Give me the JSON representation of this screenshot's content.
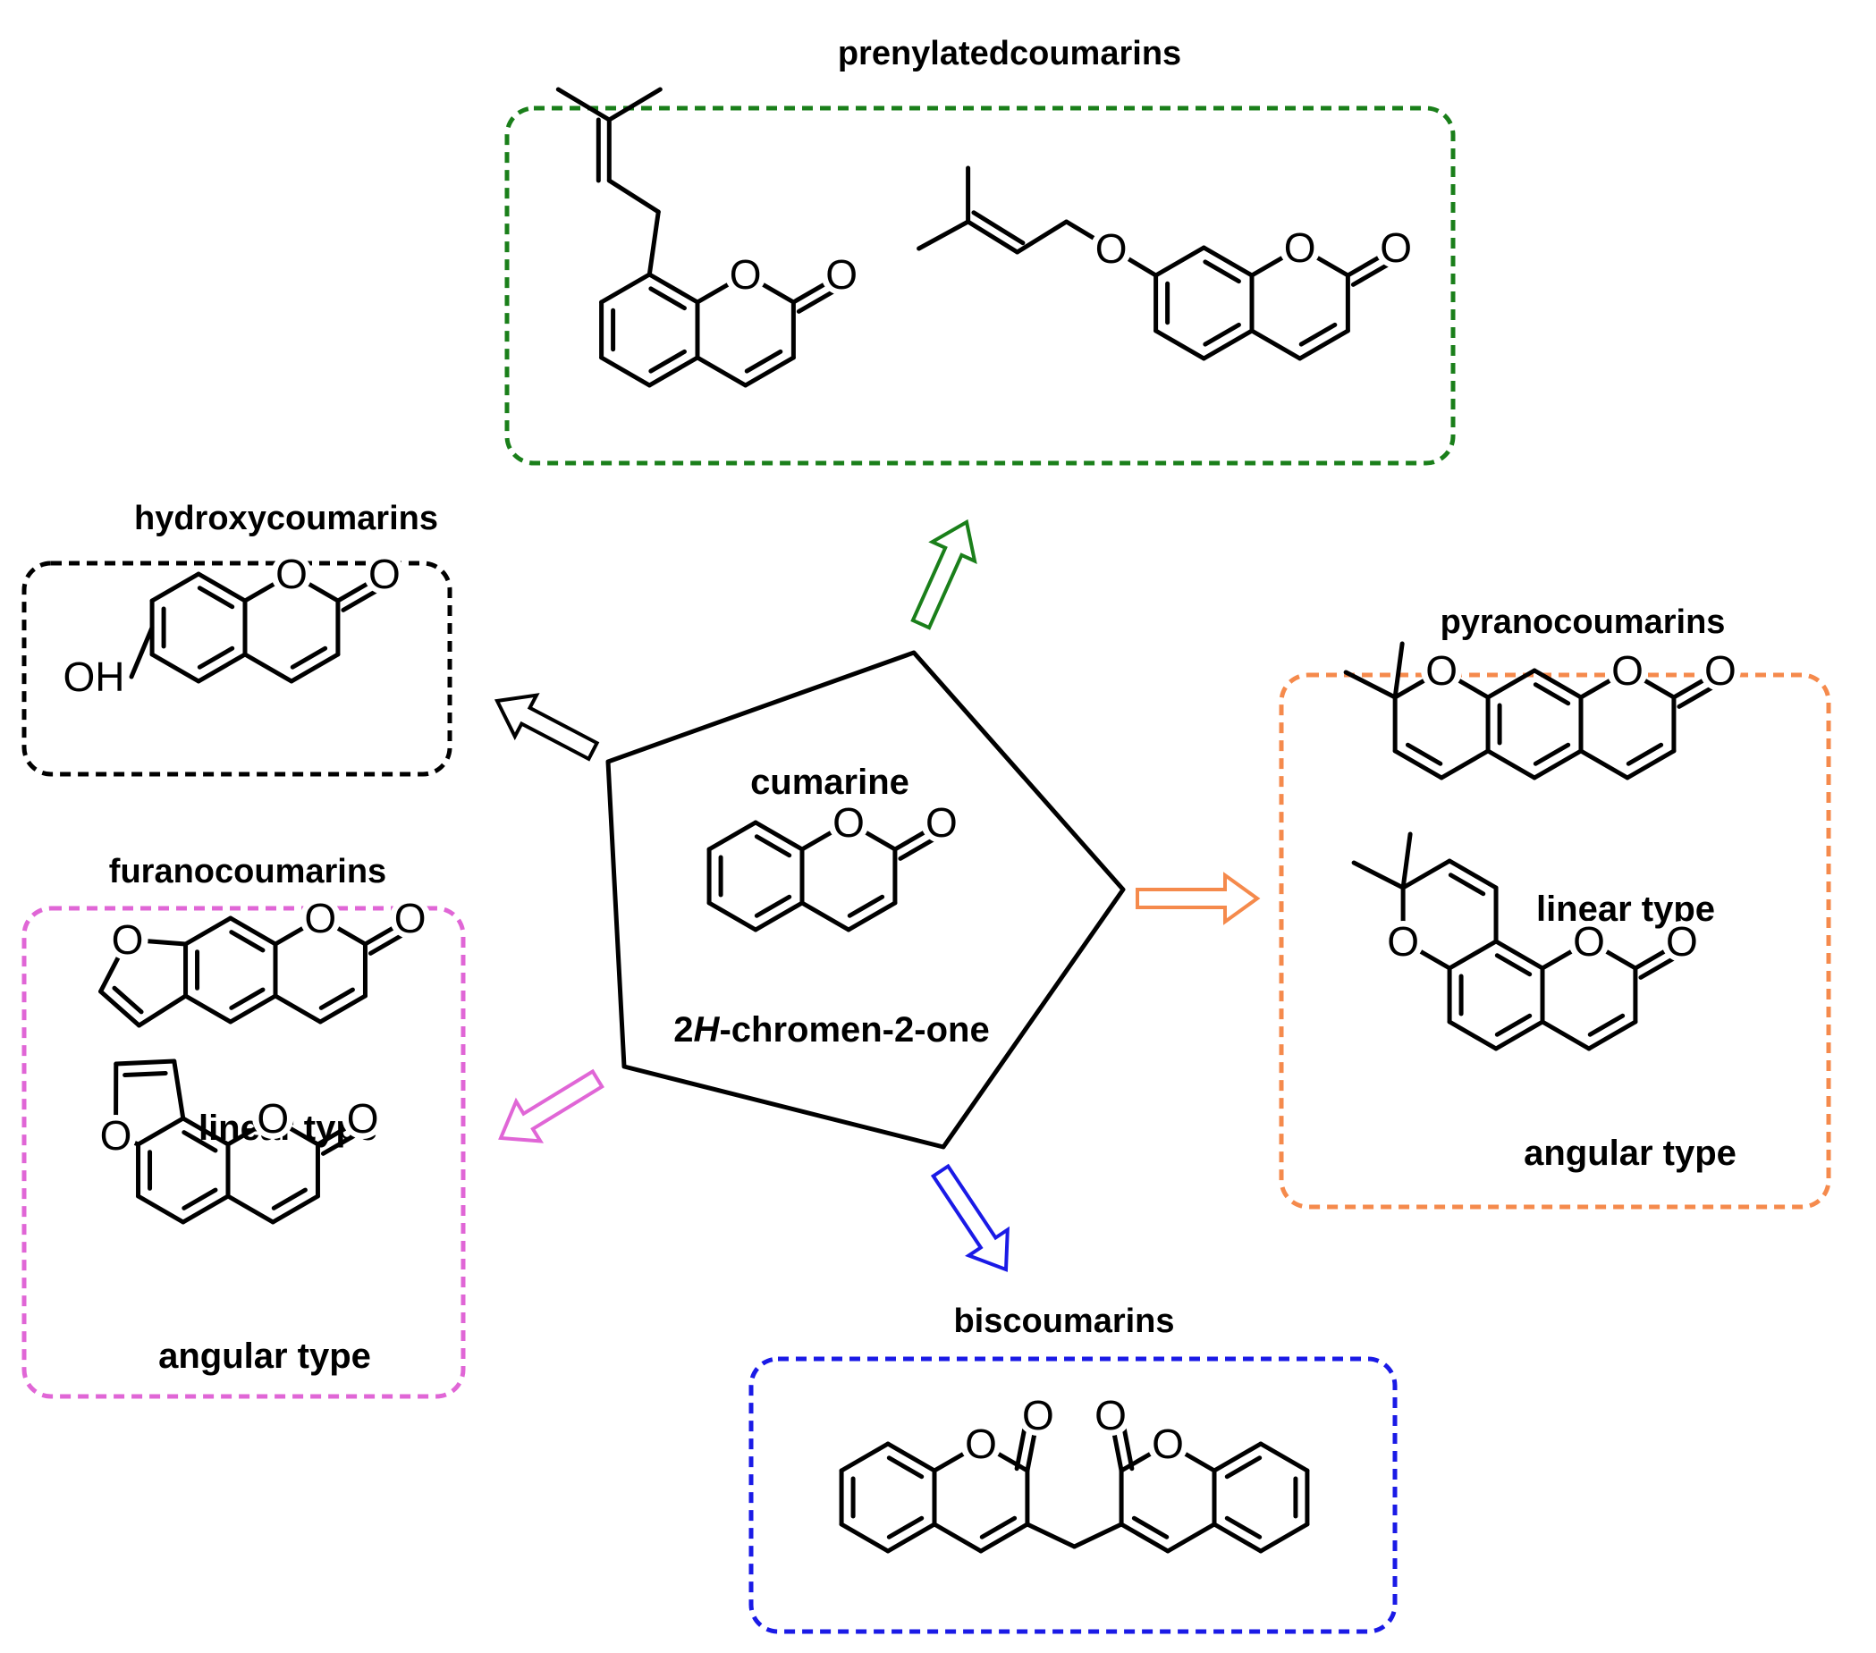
{
  "center": {
    "title": "cumarine",
    "name_prefix": "2",
    "name_italic": "H",
    "name_suffix": "-chromen-2-one"
  },
  "classes": [
    {
      "id": "prenylated",
      "title": "prenylatedcoumarins",
      "color": "#1a7f1a"
    },
    {
      "id": "hydroxy",
      "title": "hydroxycoumarins",
      "color": "#000000"
    },
    {
      "id": "furano",
      "title": "furanocoumarins",
      "color": "#e066d6",
      "linear_label": "linear type",
      "angular_label": "angular type"
    },
    {
      "id": "pyrano",
      "title": "pyranocoumarins",
      "color": "#f58a4c",
      "linear_label": "linear type",
      "angular_label": "angular type"
    },
    {
      "id": "bis",
      "title": "biscoumarins",
      "color": "#1a1ae6"
    }
  ],
  "atoms": {
    "oxygen": "O",
    "hydroxyl": "OH"
  }
}
